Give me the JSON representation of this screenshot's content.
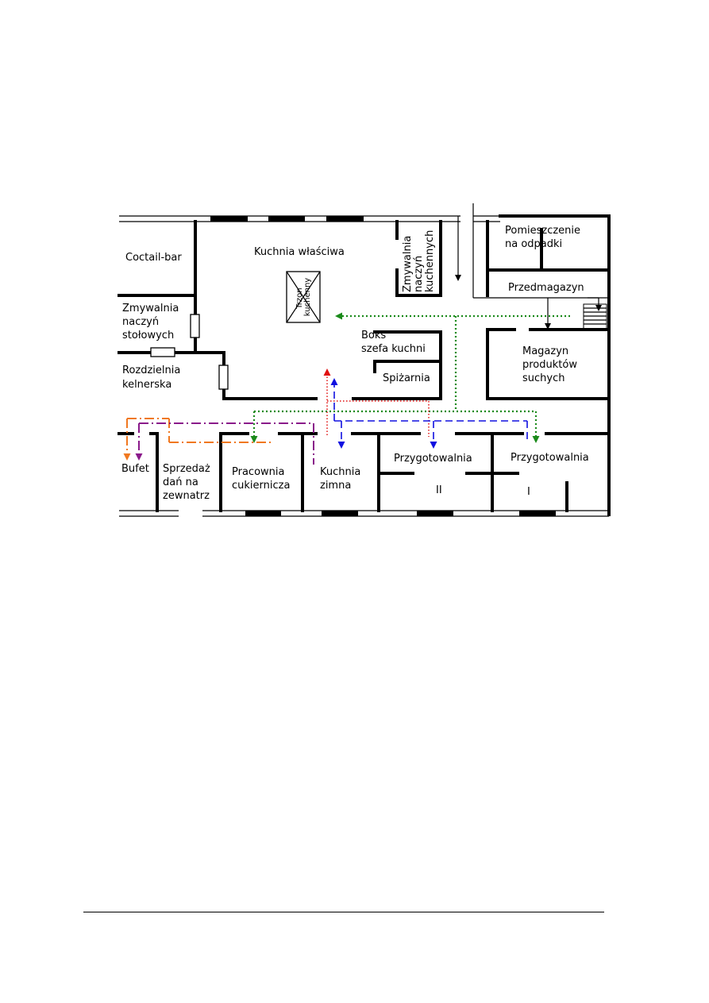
{
  "rooms": {
    "coctail_bar": "Coctail-bar",
    "kuchnia_wlasciwa": "Kuchnia właściwa",
    "zmywalnia_kuchenna": [
      "Zmywalnia",
      "naczyń",
      "kuchennych"
    ],
    "pomieszczenie_odpadki": [
      "Pomieszczenie",
      "na odpadki"
    ],
    "przedmagazyn": "Przedmagazyn",
    "zmywalnia_stolowa": [
      "Zmywalnia",
      "naczyń",
      "stołowych"
    ],
    "trzon": [
      "Trzon",
      "kuchenny"
    ],
    "boks": [
      "Boks",
      "szefa kuchni"
    ],
    "magazyn": [
      "Magazyn",
      "produktów",
      "suchych"
    ],
    "rozdzielnia": [
      "Rozdzielnia",
      "kelnerska"
    ],
    "spizarnia": "Spiżarnia",
    "bufet": "Bufet",
    "sprzedaz": [
      "Sprzedaż",
      "dań na",
      "zewnatrz"
    ],
    "pracownia": [
      "Pracownia",
      "cukiernicza"
    ],
    "kuchnia_zimna": [
      "Kuchnia",
      "zimna"
    ],
    "przygotowalnia_2": "Przygotowalnia",
    "roman_2": "II",
    "przygotowalnia_1": "Przygotowalnia",
    "roman_1": "I"
  },
  "colors": {
    "green_route": "#1a8a1a",
    "red_route": "#e01010",
    "blue_route": "#1010e0",
    "orange_route": "#f07820",
    "purple_route": "#8a1a8a",
    "wall": "#000000"
  }
}
